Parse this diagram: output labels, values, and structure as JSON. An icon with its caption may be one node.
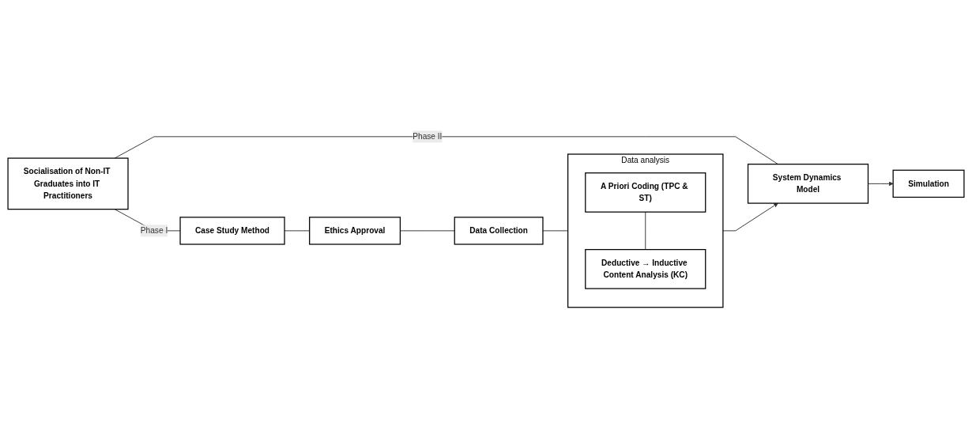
{
  "diagram": {
    "nodes": [
      {
        "text": [
          "Socialisation of Non-IT Graduates into IT Practitioners"
        ]
      },
      {
        "text": [
          "Case Study Method"
        ]
      },
      {
        "text": [
          "Ethics Approval"
        ]
      },
      {
        "text": [
          "Data Collection"
        ]
      },
      {
        "text": [
          "Data analysis"
        ]
      },
      {
        "text": [
          "A Priori Coding (TPC & ST)"
        ],
        "in": 4
      },
      {
        "text": [
          "Deductive → Inductive Content Analysis (KC)"
        ],
        "in": 4
      },
      {
        "text": [
          "System Dynamics Model"
        ]
      },
      {
        "text": [
          "Simulation"
        ]
      }
    ],
    "edges": [
      {
        "from": 0,
        "to": 1,
        "arrow": "none",
        "label": "Phase I"
      },
      {
        "from": 0,
        "to": 7,
        "arrow": "none",
        "label": "Phase II"
      },
      {
        "from": 1,
        "to": 2,
        "arrow": "none"
      },
      {
        "from": 2,
        "to": 3,
        "arrow": "none"
      },
      {
        "from": 3,
        "to": 4,
        "arrow": "none"
      },
      {
        "from": 5,
        "to": 6,
        "arrow": "none"
      },
      {
        "from": 4,
        "to": 7,
        "arrow": "to"
      },
      {
        "from": 7,
        "to": 8,
        "arrow": "to"
      }
    ]
  }
}
